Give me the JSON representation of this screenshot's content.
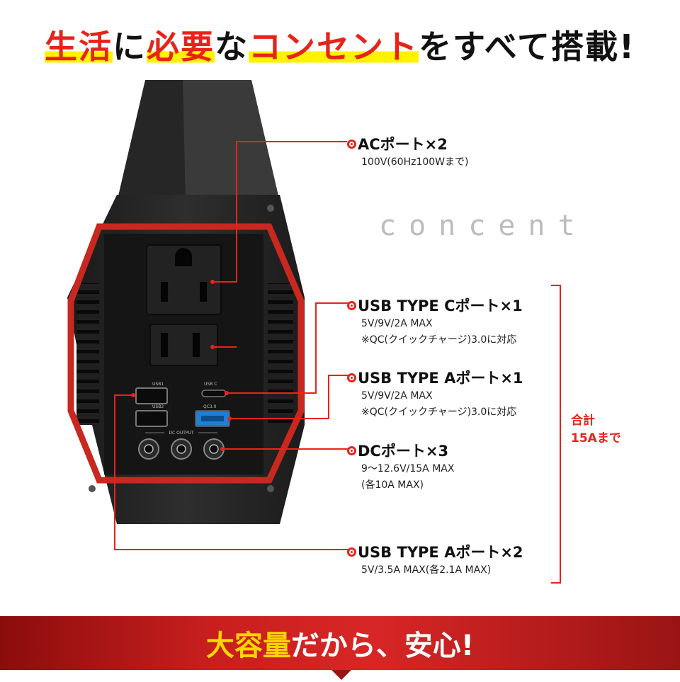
{
  "headline": {
    "part1": "生活",
    "part2": "に",
    "part3": "必要",
    "part4": "な",
    "part5": "コンセント",
    "part6": "をすべて搭載!"
  },
  "watermark": "concent",
  "device_labels": {
    "usb1": "USB1",
    "usb2": "USB2",
    "usbc": "USB C",
    "qc": "QC3.0",
    "dc_output": "DC OUTPUT"
  },
  "ports": [
    {
      "title": "ACポート×2",
      "lines": [
        "100V(60Hz100Wまで)"
      ]
    },
    {
      "title": "USB TYPE Cポート×1",
      "lines": [
        "5V/9V/2A MAX",
        "※QC(クイックチャージ)3.0に対応"
      ]
    },
    {
      "title": "USB TYPE Aポート×1",
      "lines": [
        "5V/9V/2A MAX",
        "※QC(クイックチャージ)3.0に対応"
      ]
    },
    {
      "title": "DCポート×3",
      "lines": [
        "9〜12.6V/15A MAX",
        "(各10A MAX)"
      ]
    },
    {
      "title": "USB TYPE Aポート×2",
      "lines": [
        "5V/3.5A MAX(各2.1A MAX)"
      ]
    }
  ],
  "total": {
    "line1": "合計",
    "line2": "15Aまで"
  },
  "banner": {
    "part1": "大容量",
    "part2": "だから、安心!"
  },
  "colors": {
    "accent": "#e8231a",
    "highlight": "#fff200",
    "banner": "#c71e1e",
    "banner_text_accent": "#ffd600"
  }
}
